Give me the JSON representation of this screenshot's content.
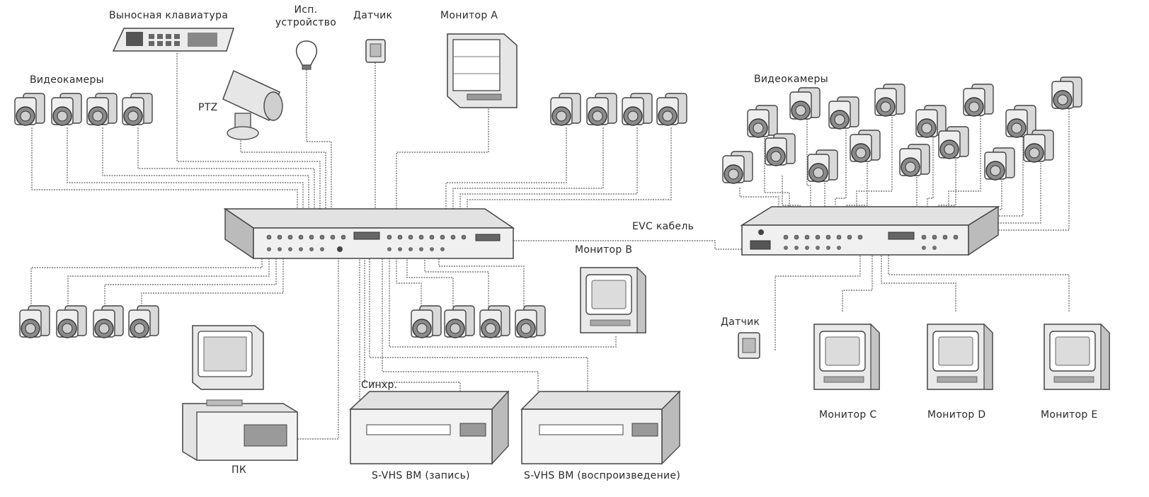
{
  "labels": {
    "keyboard": "Выносная клавиатура",
    "device_line1": "Исп.",
    "device_line2": "устройство",
    "sensor_top": "Датчик",
    "monitor_a": "Монитор A",
    "cameras_left": "Видеокамеры",
    "ptz": "PTZ",
    "cameras_right": "Видеокамеры",
    "evc_cable": "EVC кабель",
    "monitor_b": "Монитор B",
    "sensor_right": "Датчик",
    "pc": "ПК",
    "sync": "Синхр.",
    "vcr_record": "S-VHS ВМ (запись)",
    "vcr_play": "S-VHS ВМ (воспроизведение)",
    "monitor_c": "Монитор C",
    "monitor_d": "Монитор D",
    "monitor_e": "Монитор E"
  }
}
